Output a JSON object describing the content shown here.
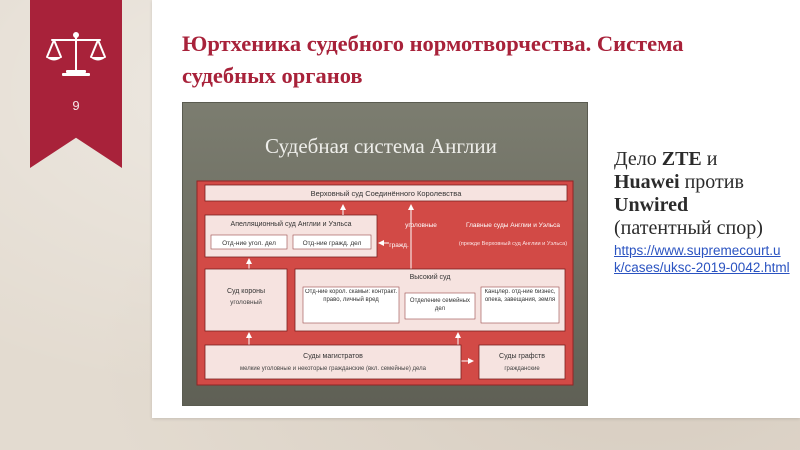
{
  "slide": {
    "number": "9",
    "title": "Юртхеника судебного нормотворчества. Система судебных органов"
  },
  "colors": {
    "accent": "#a8223a",
    "figure_bg": "#6f7064",
    "figure_inner": "#d24a46",
    "box_fill": "#f6e3e0",
    "link": "#2a53c1"
  },
  "diagram": {
    "title": "Судебная система Англии",
    "nodes": {
      "supreme": "Верховный суд Соединённого Королевства",
      "appeal": "Апелляционный суд Англии и Уэльса",
      "appeal_criminal": "Отд-ние угол. дел",
      "appeal_civil": "Отд-ние гражд. дел",
      "criminal_label": "уголовные",
      "civil_label": "гражд.",
      "chief_courts": "Главные суды Англии и Уэльса",
      "chief_courts_note": "(прежде Верховный суд Англии и Уэльса)",
      "crown": "Суд короны",
      "crown_sub": "уголовный",
      "high": "Высокий суд",
      "high_kb": "Отд-ние корол. скамьи: контракт. право, личный вред",
      "high_family": "Отделение семейных дел",
      "high_chancery": "Канцлер. отд-ние бизнес, опека, завещания, земля",
      "magistrates": "Суды магистратов",
      "magistrates_sub": "мелкие уголовные и некоторые гражданские (вкл. семейные) дела",
      "county": "Суды графств",
      "county_sub": "гражданские"
    }
  },
  "sidebar": {
    "case_prefix": "Дело ",
    "zte": "ZTE",
    "and": " и",
    "huawei": "Huawei",
    "against": " против",
    "unwired": "Unwired",
    "patent": "(патентный спор)",
    "link": "https://www.supremecourt.uk/cases/uksc-2019-0042.html"
  }
}
